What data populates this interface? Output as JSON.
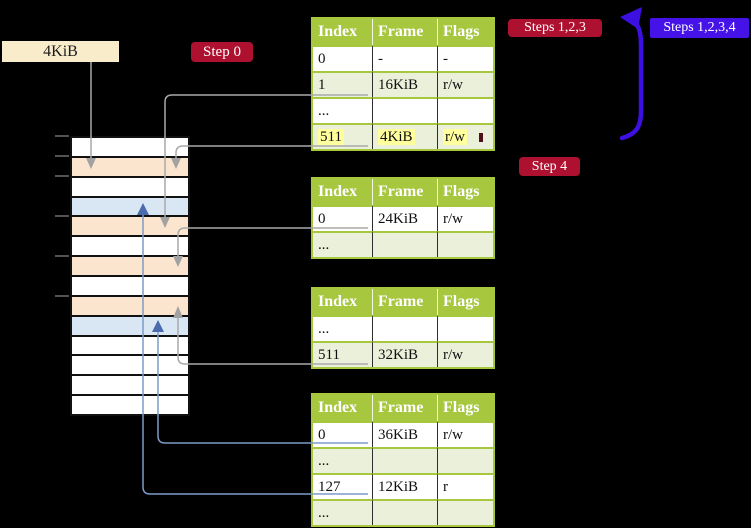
{
  "labels": {
    "frame_size": "4KiB",
    "step0": "Step 0",
    "step4": "Step 4",
    "steps123": "Steps 1,2,3",
    "steps1234": "Steps 1,2,3,4"
  },
  "colors": {
    "background": "#000000",
    "table_header_green": "#a6c73e",
    "table_shaded_row": "#eaf0d9",
    "highlight_yellow": "#ffff9e",
    "badge_crimson": "#ae1130",
    "badge_violet": "#4513e8",
    "big_arrow_violet": "#3c10e0",
    "pointer_line_gray": "#a9a9a9",
    "pointer_line_blue": "#7e9cc8",
    "pointer_head_blue": "#4a6cae",
    "memory_peach": "#fce5ce",
    "memory_blue": "#d9e6f4",
    "frame_label_bg": "#f8ecca"
  },
  "page_tables": [
    {
      "name": "page-table-top",
      "header": [
        "Index",
        "Frame",
        "Flags"
      ],
      "rows": [
        {
          "cells": [
            "0",
            "-",
            "-"
          ],
          "shaded": false,
          "highlighted": false
        },
        {
          "cells": [
            "1",
            "16KiB",
            "r/w"
          ],
          "shaded": true,
          "highlighted": false
        },
        {
          "cells": [
            "...",
            "",
            ""
          ],
          "shaded": false,
          "highlighted": false
        },
        {
          "cells": [
            "511",
            "4KiB",
            "r/w"
          ],
          "shaded": true,
          "highlighted": true
        }
      ]
    },
    {
      "name": "page-table-second",
      "header": [
        "Index",
        "Frame",
        "Flags"
      ],
      "rows": [
        {
          "cells": [
            "0",
            "24KiB",
            "r/w"
          ],
          "shaded": false,
          "highlighted": false
        },
        {
          "cells": [
            "...",
            "",
            ""
          ],
          "shaded": true,
          "highlighted": false
        }
      ]
    },
    {
      "name": "page-table-third",
      "header": [
        "Index",
        "Frame",
        "Flags"
      ],
      "rows": [
        {
          "cells": [
            "...",
            "",
            ""
          ],
          "shaded": false,
          "highlighted": false
        },
        {
          "cells": [
            "511",
            "32KiB",
            "r/w"
          ],
          "shaded": true,
          "highlighted": false
        }
      ]
    },
    {
      "name": "page-table-bottom",
      "header": [
        "Index",
        "Frame",
        "Flags"
      ],
      "rows": [
        {
          "cells": [
            "0",
            "36KiB",
            "r/w"
          ],
          "shaded": false,
          "highlighted": false
        },
        {
          "cells": [
            "...",
            "",
            ""
          ],
          "shaded": true,
          "highlighted": false
        },
        {
          "cells": [
            "127",
            "12KiB",
            "r"
          ],
          "shaded": false,
          "highlighted": false
        },
        {
          "cells": [
            "...",
            "",
            ""
          ],
          "shaded": true,
          "highlighted": false
        }
      ]
    }
  ],
  "memory_column": {
    "rows": [
      "white",
      "peach",
      "white",
      "blue",
      "peach",
      "white",
      "peach",
      "white",
      "peach",
      "blue",
      "white",
      "white",
      "white",
      "white"
    ]
  }
}
